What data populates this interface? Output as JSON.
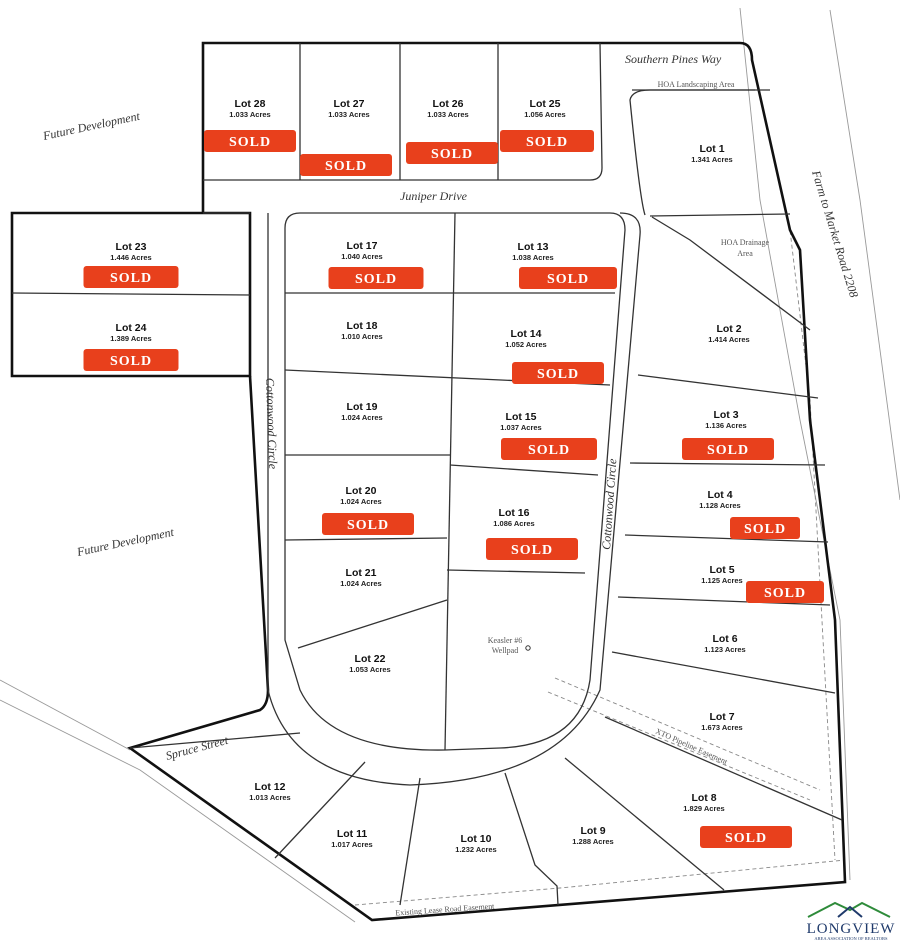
{
  "map": {
    "streets": {
      "southern_pines": "Southern Pines Way",
      "juniper": "Juniper Drive",
      "cottonwood_west": "Cottonwood Circle",
      "cottonwood_east": "Cottonwood Circle",
      "spruce": "Spruce Street",
      "fm2208": "Farm to Market Road 2208"
    },
    "areas": {
      "future_dev_north": "Future Development",
      "future_dev_south": "Future Development",
      "hoa_landscaping": "HOA Landscaping Area",
      "hoa_drainage_1": "HOA Drainage",
      "hoa_drainage_2": "Area",
      "wellpad_1": "Keasler #6",
      "wellpad_2": "Wellpad",
      "pipeline": "XTO Pipeline Easement",
      "lease_road": "Existing Lease Road Easement"
    },
    "sold_label": "SOLD",
    "sold_color": "#e8401c",
    "lots": {
      "l1": {
        "name": "Lot 1",
        "acres": "1.341 Acres",
        "sold": false
      },
      "l2": {
        "name": "Lot 2",
        "acres": "1.414 Acres",
        "sold": false
      },
      "l3": {
        "name": "Lot 3",
        "acres": "1.136 Acres",
        "sold": true
      },
      "l4": {
        "name": "Lot 4",
        "acres": "1.128 Acres",
        "sold": true
      },
      "l5": {
        "name": "Lot 5",
        "acres": "1.125 Acres",
        "sold": true
      },
      "l6": {
        "name": "Lot 6",
        "acres": "1.123 Acres",
        "sold": false
      },
      "l7": {
        "name": "Lot 7",
        "acres": "1.673 Acres",
        "sold": false
      },
      "l8": {
        "name": "Lot 8",
        "acres": "1.829 Acres",
        "sold": true
      },
      "l9": {
        "name": "Lot 9",
        "acres": "1.288 Acres",
        "sold": false
      },
      "l10": {
        "name": "Lot 10",
        "acres": "1.232 Acres",
        "sold": false
      },
      "l11": {
        "name": "Lot 11",
        "acres": "1.017 Acres",
        "sold": false
      },
      "l12": {
        "name": "Lot 12",
        "acres": "1.013 Acres",
        "sold": false
      },
      "l13": {
        "name": "Lot 13",
        "acres": "1.038 Acres",
        "sold": true
      },
      "l14": {
        "name": "Lot 14",
        "acres": "1.052 Acres",
        "sold": true
      },
      "l15": {
        "name": "Lot 15",
        "acres": "1.037 Acres",
        "sold": true
      },
      "l16": {
        "name": "Lot 16",
        "acres": "1.086 Acres",
        "sold": true
      },
      "l17": {
        "name": "Lot 17",
        "acres": "1.040 Acres",
        "sold": true
      },
      "l18": {
        "name": "Lot 18",
        "acres": "1.010 Acres",
        "sold": false
      },
      "l19": {
        "name": "Lot 19",
        "acres": "1.024 Acres",
        "sold": false
      },
      "l20": {
        "name": "Lot 20",
        "acres": "1.024 Acres",
        "sold": true
      },
      "l21": {
        "name": "Lot 21",
        "acres": "1.024 Acres",
        "sold": false
      },
      "l22": {
        "name": "Lot 22",
        "acres": "1.053 Acres",
        "sold": false
      },
      "l23": {
        "name": "Lot 23",
        "acres": "1.446 Acres",
        "sold": true
      },
      "l24": {
        "name": "Lot 24",
        "acres": "1.389 Acres",
        "sold": true
      },
      "l25": {
        "name": "Lot 25",
        "acres": "1.056 Acres",
        "sold": true
      },
      "l26": {
        "name": "Lot 26",
        "acres": "1.033 Acres",
        "sold": true
      },
      "l27": {
        "name": "Lot 27",
        "acres": "1.033 Acres",
        "sold": true
      },
      "l28": {
        "name": "Lot 28",
        "acres": "1.033 Acres",
        "sold": true
      }
    }
  },
  "logo": {
    "name": "LONGVIEW",
    "sub": "AREA ASSOCIATION OF REALTORS",
    "color": "#2e8b3a"
  }
}
